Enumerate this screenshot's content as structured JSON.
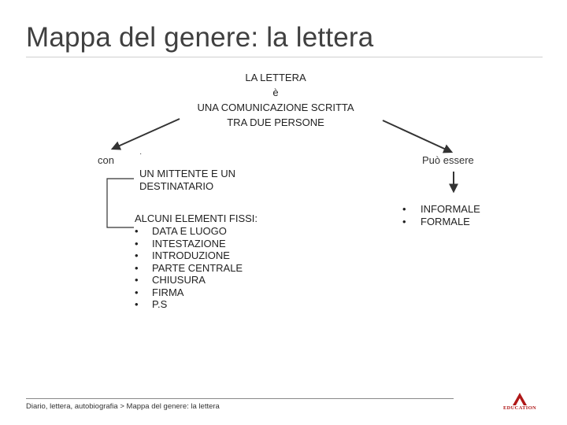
{
  "title": "Mappa del genere: la lettera",
  "center": {
    "line1": "LA LETTERA",
    "line2": "è",
    "line3": "UNA COMUNICAZIONE SCRITTA",
    "line4": "TRA DUE PERSONE"
  },
  "left_branch": {
    "label": "con",
    "dot": "·",
    "mittente_text": "UN MITTENTE E UN DESTINATARIO",
    "elements_heading": "ALCUNI ELEMENTI FISSI:",
    "bullet": "•",
    "elements": [
      "DATA E LUOGO",
      "INTESTAZIONE",
      "INTRODUZIONE",
      "PARTE CENTRALE",
      "CHIUSURA",
      "FIRMA",
      "P.S"
    ]
  },
  "right_branch": {
    "label": "Può essere",
    "bullet": "•",
    "types": [
      "INFORMALE",
      "FORMALE"
    ]
  },
  "footer": {
    "breadcrumb": "Diario, lettera, autobiografia > Mappa del genere: la lettera",
    "logo_text": "EDUCATION"
  }
}
